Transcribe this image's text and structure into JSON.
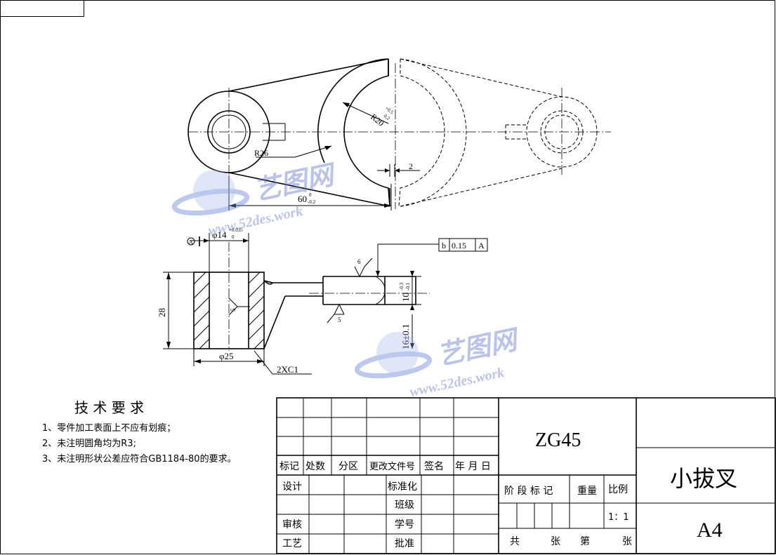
{
  "drawing": {
    "dimensions": {
      "r20": "R20",
      "r20_tol_upper": "+0.5",
      "r20_tol_lower": "0.2",
      "r26": "R26",
      "dim_2": "2",
      "dim_60": "60",
      "dim_60_tol_upper": "0",
      "dim_60_tol_lower": "-0.2",
      "phi14": "φ14",
      "phi14_tol_upper": "+0.035",
      "phi14_tol_lower": "0",
      "dim_28": "28",
      "phi25": "φ25",
      "chamfer": "2XC1",
      "dim_10": "10",
      "dim_10_tol_upper": "-0.3",
      "dim_10_tol_lower": "-0.1",
      "dim_16": "16±0.1",
      "datum_a": "A",
      "rough_6": "6",
      "rough_5a": "5",
      "rough_5b": "5",
      "rough_5c": "5"
    },
    "tolerance_frame": {
      "symbol": "b",
      "value": "0.15",
      "datum": "A"
    }
  },
  "tech_req": {
    "title": "技 术 要 求",
    "items": [
      "1、零件加工表面上不应有划痕；",
      "2、未注明圆角均为R3;",
      "3、未注明形状公差应符合GB1184-80的要求。"
    ]
  },
  "title_block": {
    "headers": [
      "标记",
      "处数",
      "分区",
      "更改文件号",
      "签名",
      "年 月 日"
    ],
    "design": "设计",
    "standard": "标准化",
    "class": "班级",
    "review": "审核",
    "student_id": "学号",
    "process": "工艺",
    "approve": "批准",
    "material": "ZG45",
    "stage_mark": "阶 段 标 记",
    "weight": "重量",
    "scale_label": "比例",
    "scale_value": "1：1",
    "total": "共",
    "sheet_unit": "张",
    "nth": "第",
    "sheet_unit2": "张",
    "part_name": "小拔叉",
    "paper_size": "A4"
  },
  "watermark": {
    "brand": "艺图网",
    "url": "www.52des.work",
    "color": "#5a72c8"
  }
}
